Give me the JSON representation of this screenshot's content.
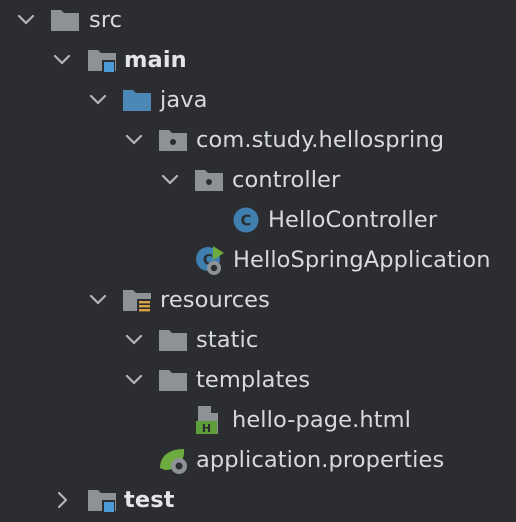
{
  "project_tree": {
    "items": [
      {
        "label": "src",
        "icon": "folder-icon",
        "expanded": true,
        "bold": false
      },
      {
        "label": "main",
        "icon": "source-root-folder-icon",
        "expanded": true,
        "bold": true
      },
      {
        "label": "java",
        "icon": "sources-folder-icon",
        "expanded": true,
        "bold": false
      },
      {
        "label": "com.study.hellospring",
        "icon": "package-icon",
        "expanded": true,
        "bold": false
      },
      {
        "label": "controller",
        "icon": "package-icon",
        "expanded": true,
        "bold": false
      },
      {
        "label": "HelloController",
        "icon": "java-class-icon",
        "expanded": null,
        "bold": false
      },
      {
        "label": "HelloSpringApplication",
        "icon": "spring-boot-application-icon",
        "expanded": null,
        "bold": false
      },
      {
        "label": "resources",
        "icon": "resources-folder-icon",
        "expanded": true,
        "bold": false
      },
      {
        "label": "static",
        "icon": "folder-icon",
        "expanded": true,
        "bold": false
      },
      {
        "label": "templates",
        "icon": "folder-icon",
        "expanded": true,
        "bold": false
      },
      {
        "label": "hello-page.html",
        "icon": "html-file-icon",
        "expanded": null,
        "bold": false
      },
      {
        "label": "application.properties",
        "icon": "spring-properties-icon",
        "expanded": null,
        "bold": false
      },
      {
        "label": "test",
        "icon": "source-root-folder-icon",
        "expanded": false,
        "bold": true
      }
    ]
  },
  "colors": {
    "background": "#2b2d30",
    "text": "#d7d9de",
    "folder": "#8e9196",
    "sources_folder": "#4c88b6",
    "class_icon": "#3f7fb0",
    "spring_green": "#6cab3d",
    "html_green": "#5f9f3a",
    "chevron": "#b3b5ba"
  }
}
